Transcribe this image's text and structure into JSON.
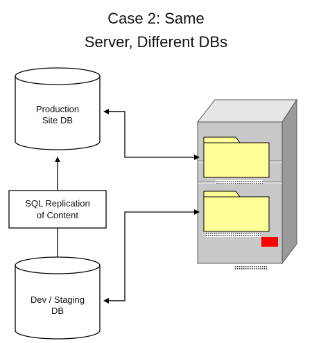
{
  "title": {
    "line1": "Case 2: Same",
    "line2": "Server, Different DBs"
  },
  "nodes": {
    "production_db": {
      "line1": "Production",
      "line2": "Site DB"
    },
    "replication": {
      "line1": "SQL Replication",
      "line2": "of Content"
    },
    "staging_db": {
      "line1": "Dev / Staging",
      "line2": "DB"
    }
  },
  "icons": {
    "server": "server-icon",
    "folder_top": "folder-icon",
    "folder_bottom": "folder-icon",
    "database": "database-cylinder-icon"
  },
  "colors": {
    "folder_fill": "#ffff99",
    "server_body": "#c8c8c8",
    "server_top": "#e6e6e6",
    "server_side": "#999999",
    "indicator_red": "#ff0000",
    "line": "#000000"
  }
}
